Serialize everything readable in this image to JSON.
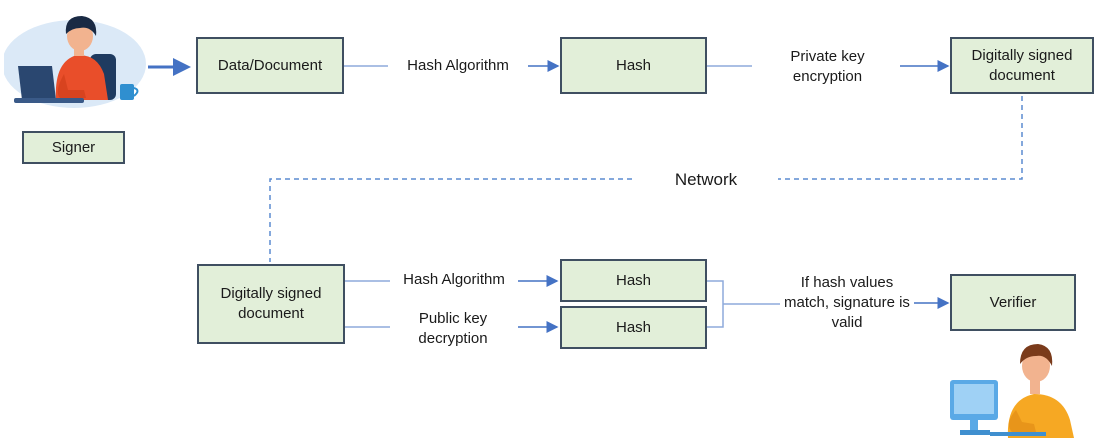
{
  "signer_flow": {
    "signer_label": "Signer",
    "data_document": "Data/Document",
    "hash_algorithm": "Hash Algorithm",
    "hash": "Hash",
    "private_key_encryption": "Private key encryption",
    "digitally_signed_document": "Digitally signed document"
  },
  "network_label": "Network",
  "verifier_flow": {
    "digitally_signed_document": "Digitally signed document",
    "hash_algorithm": "Hash Algorithm",
    "public_key_decryption": "Public key decryption",
    "hash_top": "Hash",
    "hash_bottom": "Hash",
    "match_note": "If hash values match, signature is valid",
    "verifier": "Verifier"
  },
  "colors": {
    "box_fill": "#e2efd9",
    "box_border": "#3f4f61",
    "arrow": "#4472c4",
    "dashed_line": "#5b8bd0"
  },
  "icons": [
    "signer-illustration",
    "verifier-illustration"
  ]
}
